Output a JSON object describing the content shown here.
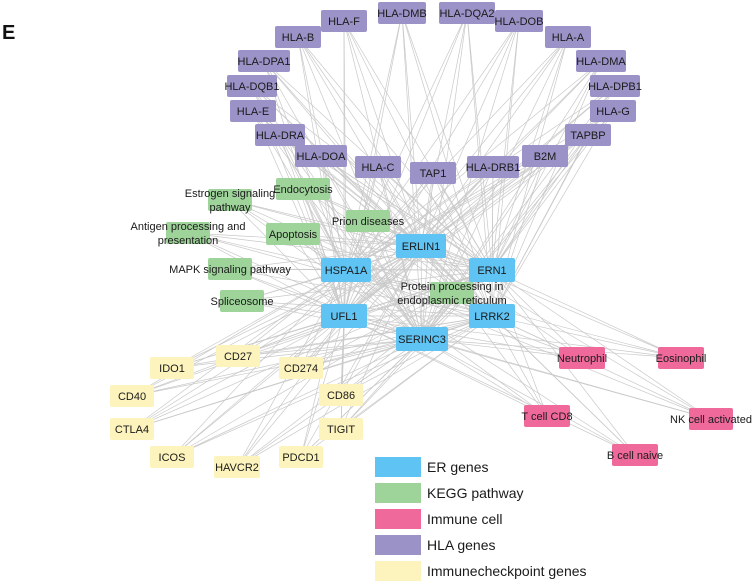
{
  "panel_label": "E",
  "colors": {
    "er": "#5fc4f4",
    "kegg": "#9ed49a",
    "immune": "#ef6a9b",
    "hla": "#9b93c7",
    "checkpoint": "#fdf4bd",
    "edge": "#c9c9c9"
  },
  "legend": [
    {
      "group": "er",
      "label": "ER genes"
    },
    {
      "group": "kegg",
      "label": "KEGG pathway"
    },
    {
      "group": "immune",
      "label": "Immune cell"
    },
    {
      "group": "hla",
      "label": "HLA genes"
    },
    {
      "group": "checkpoint",
      "label": "Immunecheckpoint genes"
    }
  ],
  "nodes": [
    {
      "id": "HLA-F",
      "group": "hla",
      "label": [
        "HLA-F"
      ]
    },
    {
      "id": "HLA-DMB",
      "group": "hla",
      "label": [
        "HLA-DMB"
      ]
    },
    {
      "id": "HLA-DQA2",
      "group": "hla",
      "label": [
        "HLA-DQA2"
      ]
    },
    {
      "id": "HLA-DOB",
      "group": "hla",
      "label": [
        "HLA-DOB"
      ]
    },
    {
      "id": "HLA-B",
      "group": "hla",
      "label": [
        "HLA-B"
      ]
    },
    {
      "id": "HLA-A",
      "group": "hla",
      "label": [
        "HLA-A"
      ]
    },
    {
      "id": "HLA-DPA1",
      "group": "hla",
      "label": [
        "HLA-DPA1"
      ]
    },
    {
      "id": "HLA-DMA",
      "group": "hla",
      "label": [
        "HLA-DMA"
      ]
    },
    {
      "id": "HLA-DQB1",
      "group": "hla",
      "label": [
        "HLA-DQB1"
      ]
    },
    {
      "id": "HLA-DPB1",
      "group": "hla",
      "label": [
        "HLA-DPB1"
      ]
    },
    {
      "id": "HLA-E",
      "group": "hla",
      "label": [
        "HLA-E"
      ]
    },
    {
      "id": "HLA-G",
      "group": "hla",
      "label": [
        "HLA-G"
      ]
    },
    {
      "id": "HLA-DRA",
      "group": "hla",
      "label": [
        "HLA-DRA"
      ]
    },
    {
      "id": "TAPBP",
      "group": "hla",
      "label": [
        "TAPBP"
      ]
    },
    {
      "id": "HLA-DOA",
      "group": "hla",
      "label": [
        "HLA-DOA"
      ]
    },
    {
      "id": "B2M",
      "group": "hla",
      "label": [
        "B2M"
      ]
    },
    {
      "id": "HLA-C",
      "group": "hla",
      "label": [
        "HLA-C"
      ]
    },
    {
      "id": "TAP1",
      "group": "hla",
      "label": [
        "TAP1"
      ]
    },
    {
      "id": "HLA-DRB1",
      "group": "hla",
      "label": [
        "HLA-DRB1"
      ]
    },
    {
      "id": "Endocytosis",
      "group": "kegg",
      "label": [
        "Endocytosis"
      ]
    },
    {
      "id": "Estrogen",
      "group": "kegg",
      "label": [
        "Estrogen signaling",
        "pathway"
      ]
    },
    {
      "id": "Prion",
      "group": "kegg",
      "label": [
        "Prion diseases"
      ]
    },
    {
      "id": "Antigen",
      "group": "kegg",
      "label": [
        "Antigen processing and",
        "presentation"
      ]
    },
    {
      "id": "Apoptosis",
      "group": "kegg",
      "label": [
        "Apoptosis"
      ]
    },
    {
      "id": "MAPK",
      "group": "kegg",
      "label": [
        "MAPK signaling pathway"
      ]
    },
    {
      "id": "Spliceosome",
      "group": "kegg",
      "label": [
        "Spliceosome"
      ]
    },
    {
      "id": "Protein",
      "group": "kegg",
      "label": [
        "Protein processing in",
        "endoplasmic reticulum"
      ]
    },
    {
      "id": "ERLIN1",
      "group": "er",
      "label": [
        "ERLIN1"
      ]
    },
    {
      "id": "HSPA1A",
      "group": "er",
      "label": [
        "HSPA1A"
      ]
    },
    {
      "id": "ERN1",
      "group": "er",
      "label": [
        "ERN1"
      ]
    },
    {
      "id": "UFL1",
      "group": "er",
      "label": [
        "UFL1"
      ]
    },
    {
      "id": "LRRK2",
      "group": "er",
      "label": [
        "LRRK2"
      ]
    },
    {
      "id": "SERINC3",
      "group": "er",
      "label": [
        "SERINC3"
      ]
    },
    {
      "id": "IDO1",
      "group": "checkpoint",
      "label": [
        "IDO1"
      ]
    },
    {
      "id": "CD27",
      "group": "checkpoint",
      "label": [
        "CD27"
      ]
    },
    {
      "id": "CD274",
      "group": "checkpoint",
      "label": [
        "CD274"
      ]
    },
    {
      "id": "CD40",
      "group": "checkpoint",
      "label": [
        "CD40"
      ]
    },
    {
      "id": "CD86",
      "group": "checkpoint",
      "label": [
        "CD86"
      ]
    },
    {
      "id": "CTLA4",
      "group": "checkpoint",
      "label": [
        "CTLA4"
      ]
    },
    {
      "id": "TIGIT",
      "group": "checkpoint",
      "label": [
        "TIGIT"
      ]
    },
    {
      "id": "ICOS",
      "group": "checkpoint",
      "label": [
        "ICOS"
      ]
    },
    {
      "id": "HAVCR2",
      "group": "checkpoint",
      "label": [
        "HAVCR2"
      ]
    },
    {
      "id": "PDCD1",
      "group": "checkpoint",
      "label": [
        "PDCD1"
      ]
    },
    {
      "id": "Neutrophil",
      "group": "immune",
      "label": [
        "Neutrophil"
      ]
    },
    {
      "id": "Eosinophil",
      "group": "immune",
      "label": [
        "Eosinophil"
      ]
    },
    {
      "id": "TCD8",
      "group": "immune",
      "label": [
        "T cell CD8"
      ]
    },
    {
      "id": "NK",
      "group": "immune",
      "label": [
        "NK cell activated"
      ]
    },
    {
      "id": "Bnaive",
      "group": "immune",
      "label": [
        "B cell naive"
      ]
    }
  ],
  "hubs": [
    "ERLIN1",
    "HSPA1A",
    "ERN1",
    "UFL1",
    "LRRK2",
    "SERINC3"
  ],
  "edge_rules": {
    "hubs_to_groups": [
      "hla",
      "checkpoint",
      "immune",
      "kegg"
    ],
    "hubs_to_each_other": true
  }
}
